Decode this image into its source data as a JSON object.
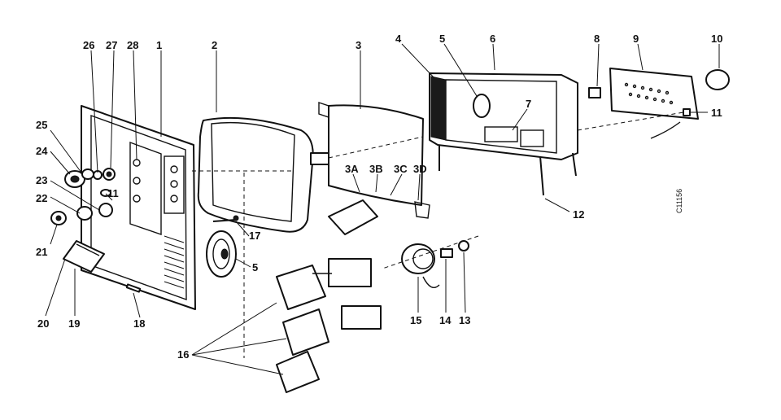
{
  "callouts": {
    "c1": "1",
    "c2": "2",
    "c3": "3",
    "c4": "4",
    "c5a": "5",
    "c5b": "5",
    "c6": "6",
    "c7": "7",
    "c8": "8",
    "c9": "9",
    "c10": "10",
    "c11a": "11",
    "c11b": "11",
    "c12": "12",
    "c13": "13",
    "c14": "14",
    "c15": "15",
    "c16": "16",
    "c17": "17",
    "c18": "18",
    "c19": "19",
    "c20": "20",
    "c21": "21",
    "c22": "22",
    "c23": "23",
    "c24": "24",
    "c25": "25",
    "c26": "26",
    "c27": "27",
    "c28": "28",
    "c3a": "3A",
    "c3b": "3B",
    "c3c": "3C",
    "c3d": "3D"
  },
  "drawing_code": "C11156"
}
